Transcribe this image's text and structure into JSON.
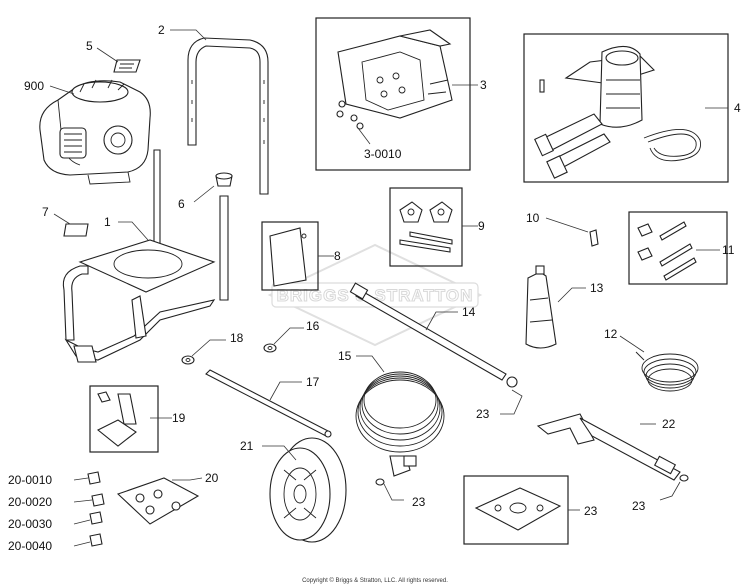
{
  "diagram": {
    "watermark": "BRIGGS & STRATTON",
    "copyright": "Copyright © Briggs & Stratton, LLC. All rights reserved.",
    "labels": {
      "p900": "900",
      "p5": "5",
      "p2": "2",
      "p3": "3",
      "p3_0010": "3-0010",
      "p4": "4",
      "p6": "6",
      "p7": "7",
      "p1": "1",
      "p8": "8",
      "p9": "9",
      "p10": "10",
      "p11": "11",
      "p13": "13",
      "p14": "14",
      "p12": "12",
      "p16": "16",
      "p18": "18",
      "p15": "15",
      "p17": "17",
      "p19": "19",
      "p23a": "23",
      "p22": "22",
      "p21": "21",
      "p20": "20",
      "p20_0010": "20-0010",
      "p20_0020": "20-0020",
      "p20_0030": "20-0030",
      "p20_0040": "20-0040",
      "p23b": "23",
      "p23c": "23",
      "p23d": "23"
    }
  }
}
